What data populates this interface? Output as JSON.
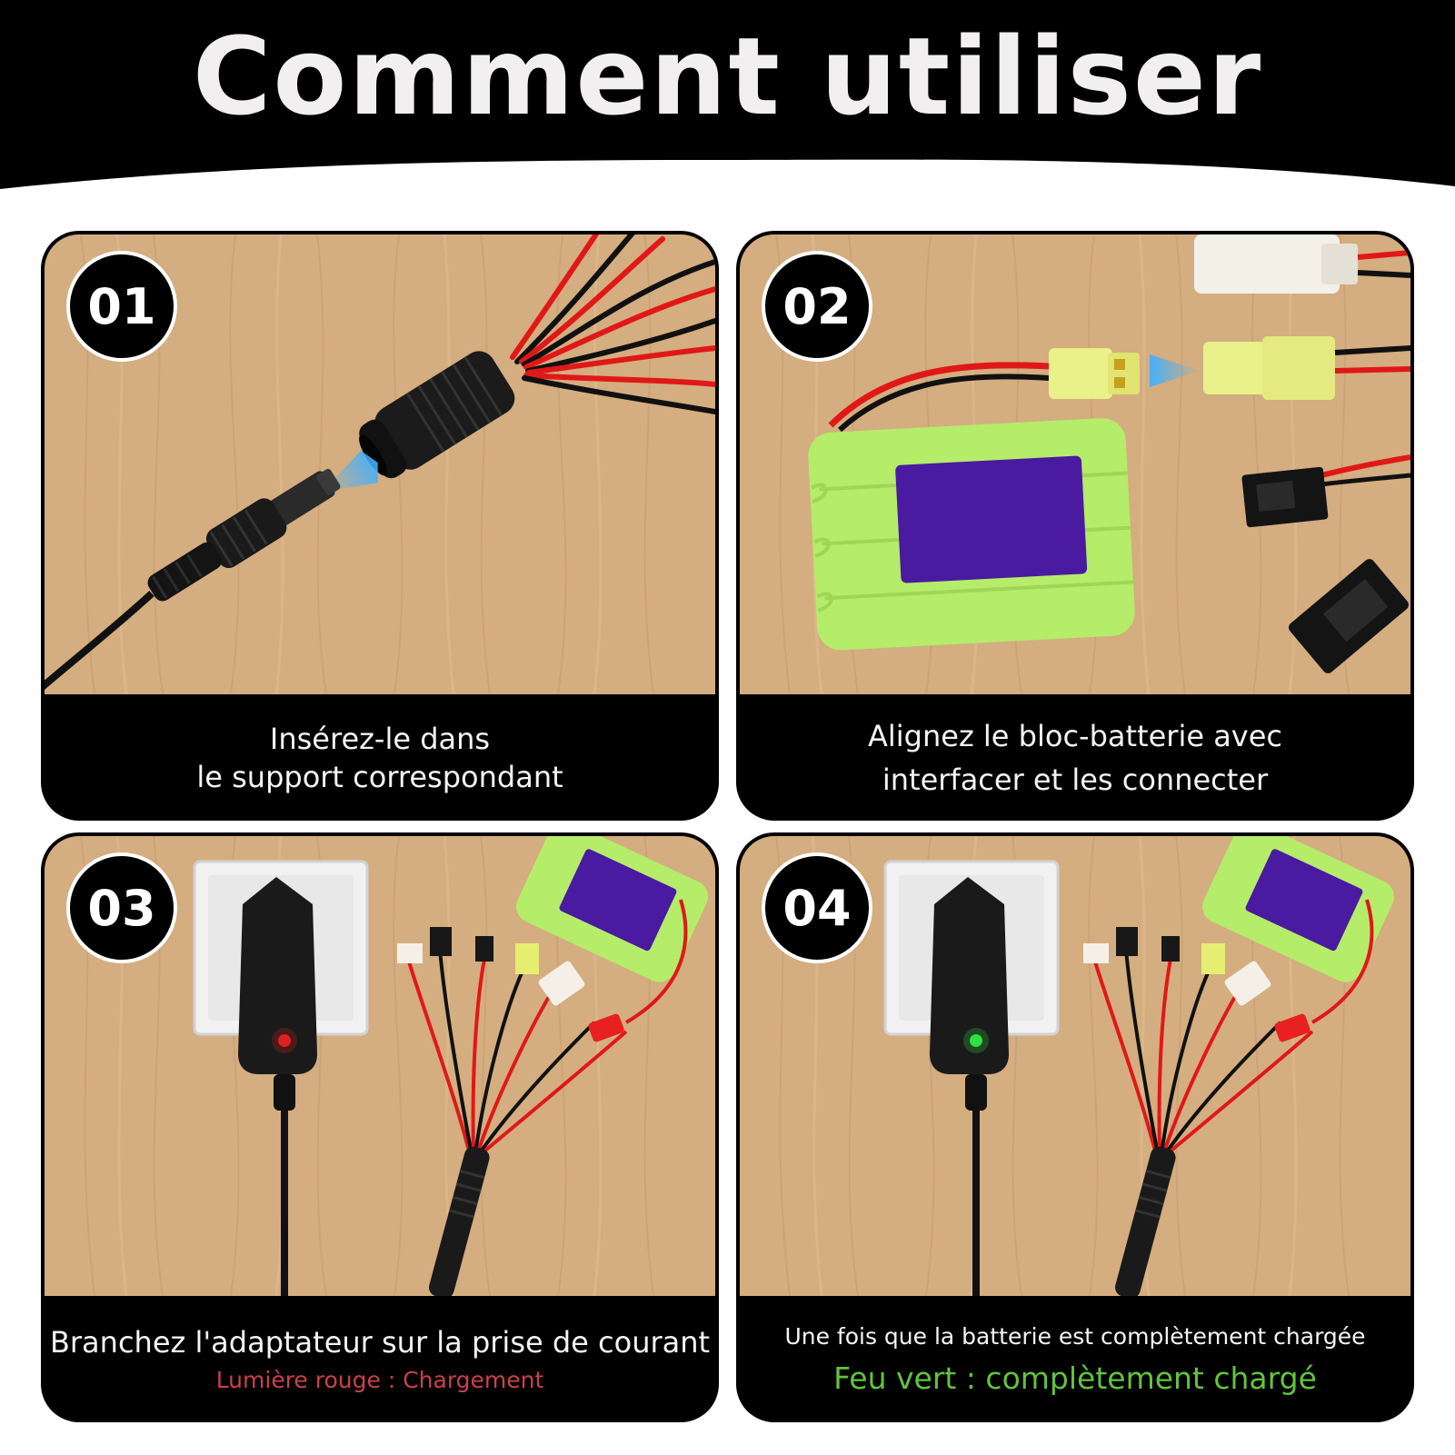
{
  "header": {
    "title": "Comment utiliser"
  },
  "steps": [
    {
      "number": "01",
      "caption_line1": "Insérez-le dans",
      "caption_line2": "le support correspondant"
    },
    {
      "number": "02",
      "caption_line1": "Alignez le bloc-batterie avec",
      "caption_line2": "interfacer et les connecter"
    },
    {
      "number": "03",
      "caption_line1": "Branchez l'adaptateur sur la prise de courant",
      "status": "Lumière rouge : Chargement",
      "led_color": "#e02020"
    },
    {
      "number": "04",
      "caption_line1": "Une fois que la batterie est complètement chargée",
      "status": "Feu vert : complètement chargé",
      "led_color": "#2ee040"
    }
  ],
  "colors": {
    "wood": "#d4ad80",
    "battery": "#b5ec6a",
    "label": "#4a1aa0",
    "wire_red": "#e01818",
    "accent_status_red": "#c9414a",
    "accent_status_green": "#63c33d"
  }
}
